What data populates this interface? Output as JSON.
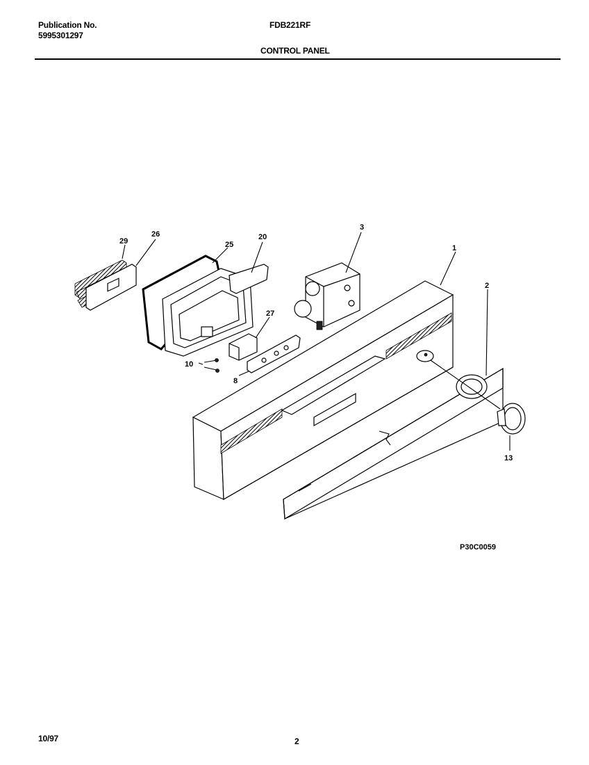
{
  "header": {
    "publication_label": "Publication No.",
    "publication_number": "5995301297",
    "model": "FDB221RF",
    "section_title": "CONTROL PANEL"
  },
  "diagram": {
    "callouts": {
      "c1": "1",
      "c2": "2",
      "c3": "3",
      "c8": "8",
      "c10": "10",
      "c13": "13",
      "c20": "20",
      "c25": "25",
      "c26": "26",
      "c27": "27",
      "c29": "29"
    },
    "figure_code": "P30C0059"
  },
  "footer": {
    "date": "10/97",
    "page_number": "2"
  }
}
